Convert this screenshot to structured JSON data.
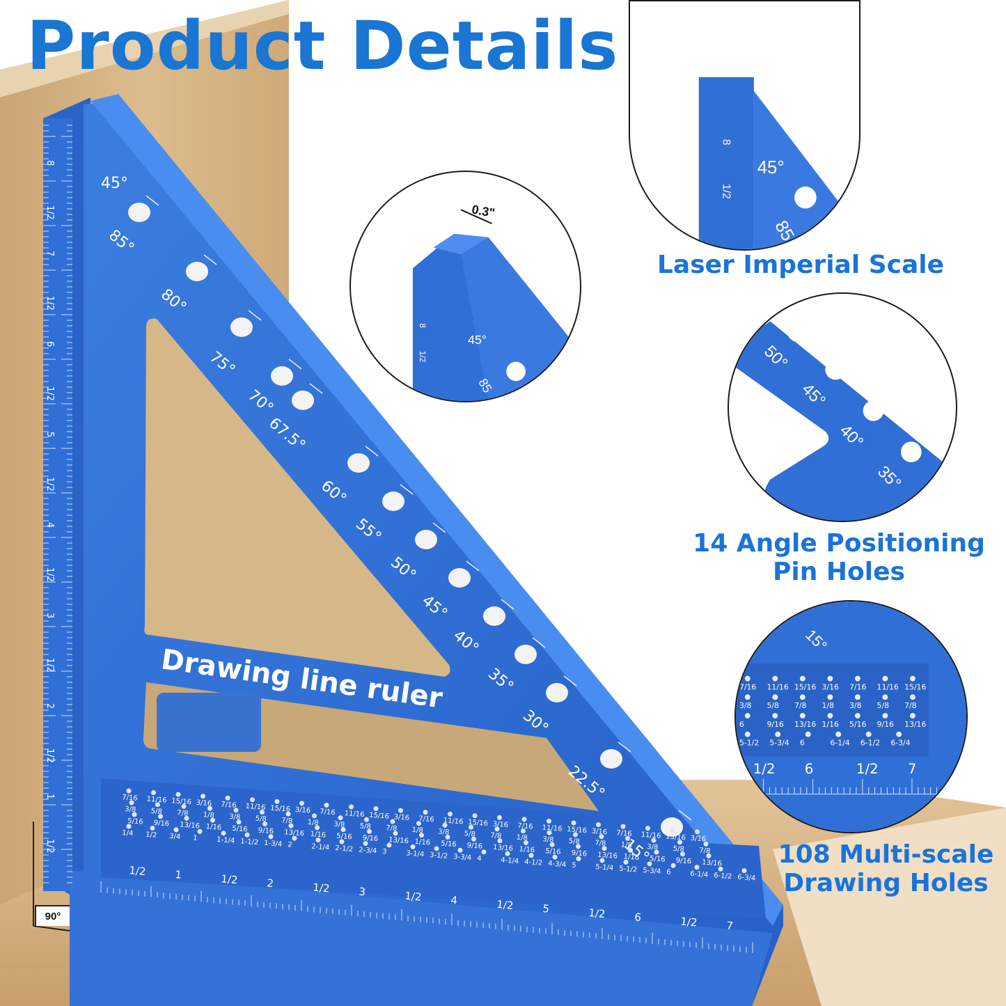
{
  "title": "Product Details",
  "product_label": "Drawing line ruler",
  "right_angle_badge": "90°",
  "thickness_label": "0.3\"",
  "colors": {
    "ruler_blue": "#2f6fd6",
    "caption_blue": "#1a73d9",
    "wood": "#d9b98c"
  },
  "captions": {
    "scale": "Laser Imperial Scale",
    "pin_holes_line1": "14 Angle Positioning",
    "pin_holes_line2": "Pin Holes",
    "drawing_holes_line1": "108 Multi-scale",
    "drawing_holes_line2": "Drawing Holes"
  },
  "angle_marks": [
    "45°",
    "85°",
    "80°",
    "75°",
    "70°",
    "67.5°",
    "60°",
    "55°",
    "50°",
    "45°",
    "40°",
    "35°",
    "30°",
    "22.5°",
    "15°"
  ],
  "vertical_scale": [
    "8",
    "1/2",
    "7",
    "1/2",
    "6",
    "1/2",
    "5",
    "1/2",
    "4",
    "1/2",
    "3",
    "1/2",
    "2",
    "1/2",
    "1",
    "1/2"
  ],
  "bottom_scale": [
    "1/2",
    "1",
    "1/2",
    "2",
    "1/2",
    "3",
    "1/2",
    "4",
    "1/2",
    "5",
    "1/2",
    "6",
    "1/2",
    "7"
  ],
  "hole_labels_row1": [
    "7/16",
    "11/16",
    "15/16",
    "3/16",
    "7/16",
    "11/16",
    "15/16",
    "3/16",
    "7/16",
    "11/16",
    "15/16",
    "3/16",
    "7/16",
    "11/16",
    "15/16",
    "3/16",
    "7/16",
    "11/16",
    "15/16",
    "3/16",
    "7/16",
    "11/16",
    "15/16",
    "3/16"
  ],
  "hole_labels_row2": [
    "3/8",
    "5/8",
    "7/8",
    "1/8",
    "3/8",
    "5/8",
    "7/8",
    "1/8",
    "3/8",
    "5/8",
    "7/8",
    "1/8",
    "3/8",
    "5/8",
    "7/8",
    "1/8",
    "3/8",
    "5/8",
    "7/8",
    "1/8",
    "3/8",
    "5/8",
    "7/8"
  ],
  "hole_labels_row3": [
    "5/16",
    "9/16",
    "13/16",
    "1/16",
    "5/16",
    "9/16",
    "13/16",
    "1/16",
    "5/16",
    "9/16",
    "13/16",
    "1/16",
    "5/16",
    "9/16",
    "13/16",
    "1/16",
    "5/16",
    "9/16",
    "13/16",
    "1/16",
    "5/16",
    "9/16",
    "13/16"
  ],
  "hole_labels_row4": [
    "1/4",
    "1/2",
    "3/4",
    "1",
    "1-1/4",
    "1-1/2",
    "1-3/4",
    "2",
    "2-1/4",
    "2-1/2",
    "2-3/4",
    "3",
    "3-1/4",
    "3-1/2",
    "3-3/4",
    "4",
    "4-1/4",
    "4-1/2",
    "4-3/4",
    "5",
    "5-1/4",
    "5-1/2",
    "5-3/4",
    "6",
    "6-1/4",
    "6-1/2",
    "6-3/4"
  ],
  "detail_thickness": {
    "angles": [
      "45°",
      "85"
    ],
    "scale": [
      "8",
      "1/2"
    ]
  },
  "detail_scale": {
    "angles": [
      "45°",
      "85"
    ],
    "scale": [
      "8",
      "1/2"
    ]
  },
  "detail_pins": {
    "angles": [
      "50°",
      "45°",
      "40°",
      "35°"
    ]
  },
  "detail_holes": {
    "angle": "15°",
    "row1": [
      "7/16",
      "11/16",
      "15/16",
      "3/16",
      "7/16",
      "11/16",
      "15/16"
    ],
    "row2": [
      "3/8",
      "5/8",
      "7/8",
      "1/8",
      "3/8",
      "5/8",
      "7/8"
    ],
    "row3": [
      "6",
      "9/16",
      "13/16",
      "1/16",
      "5/16",
      "9/16",
      "13/16"
    ],
    "row4": [
      "5-1/2",
      "5-3/4",
      "6",
      "6-1/4",
      "6-1/2",
      "6-3/4"
    ],
    "scale": [
      "1/2",
      "6",
      "1/2",
      "7"
    ]
  }
}
